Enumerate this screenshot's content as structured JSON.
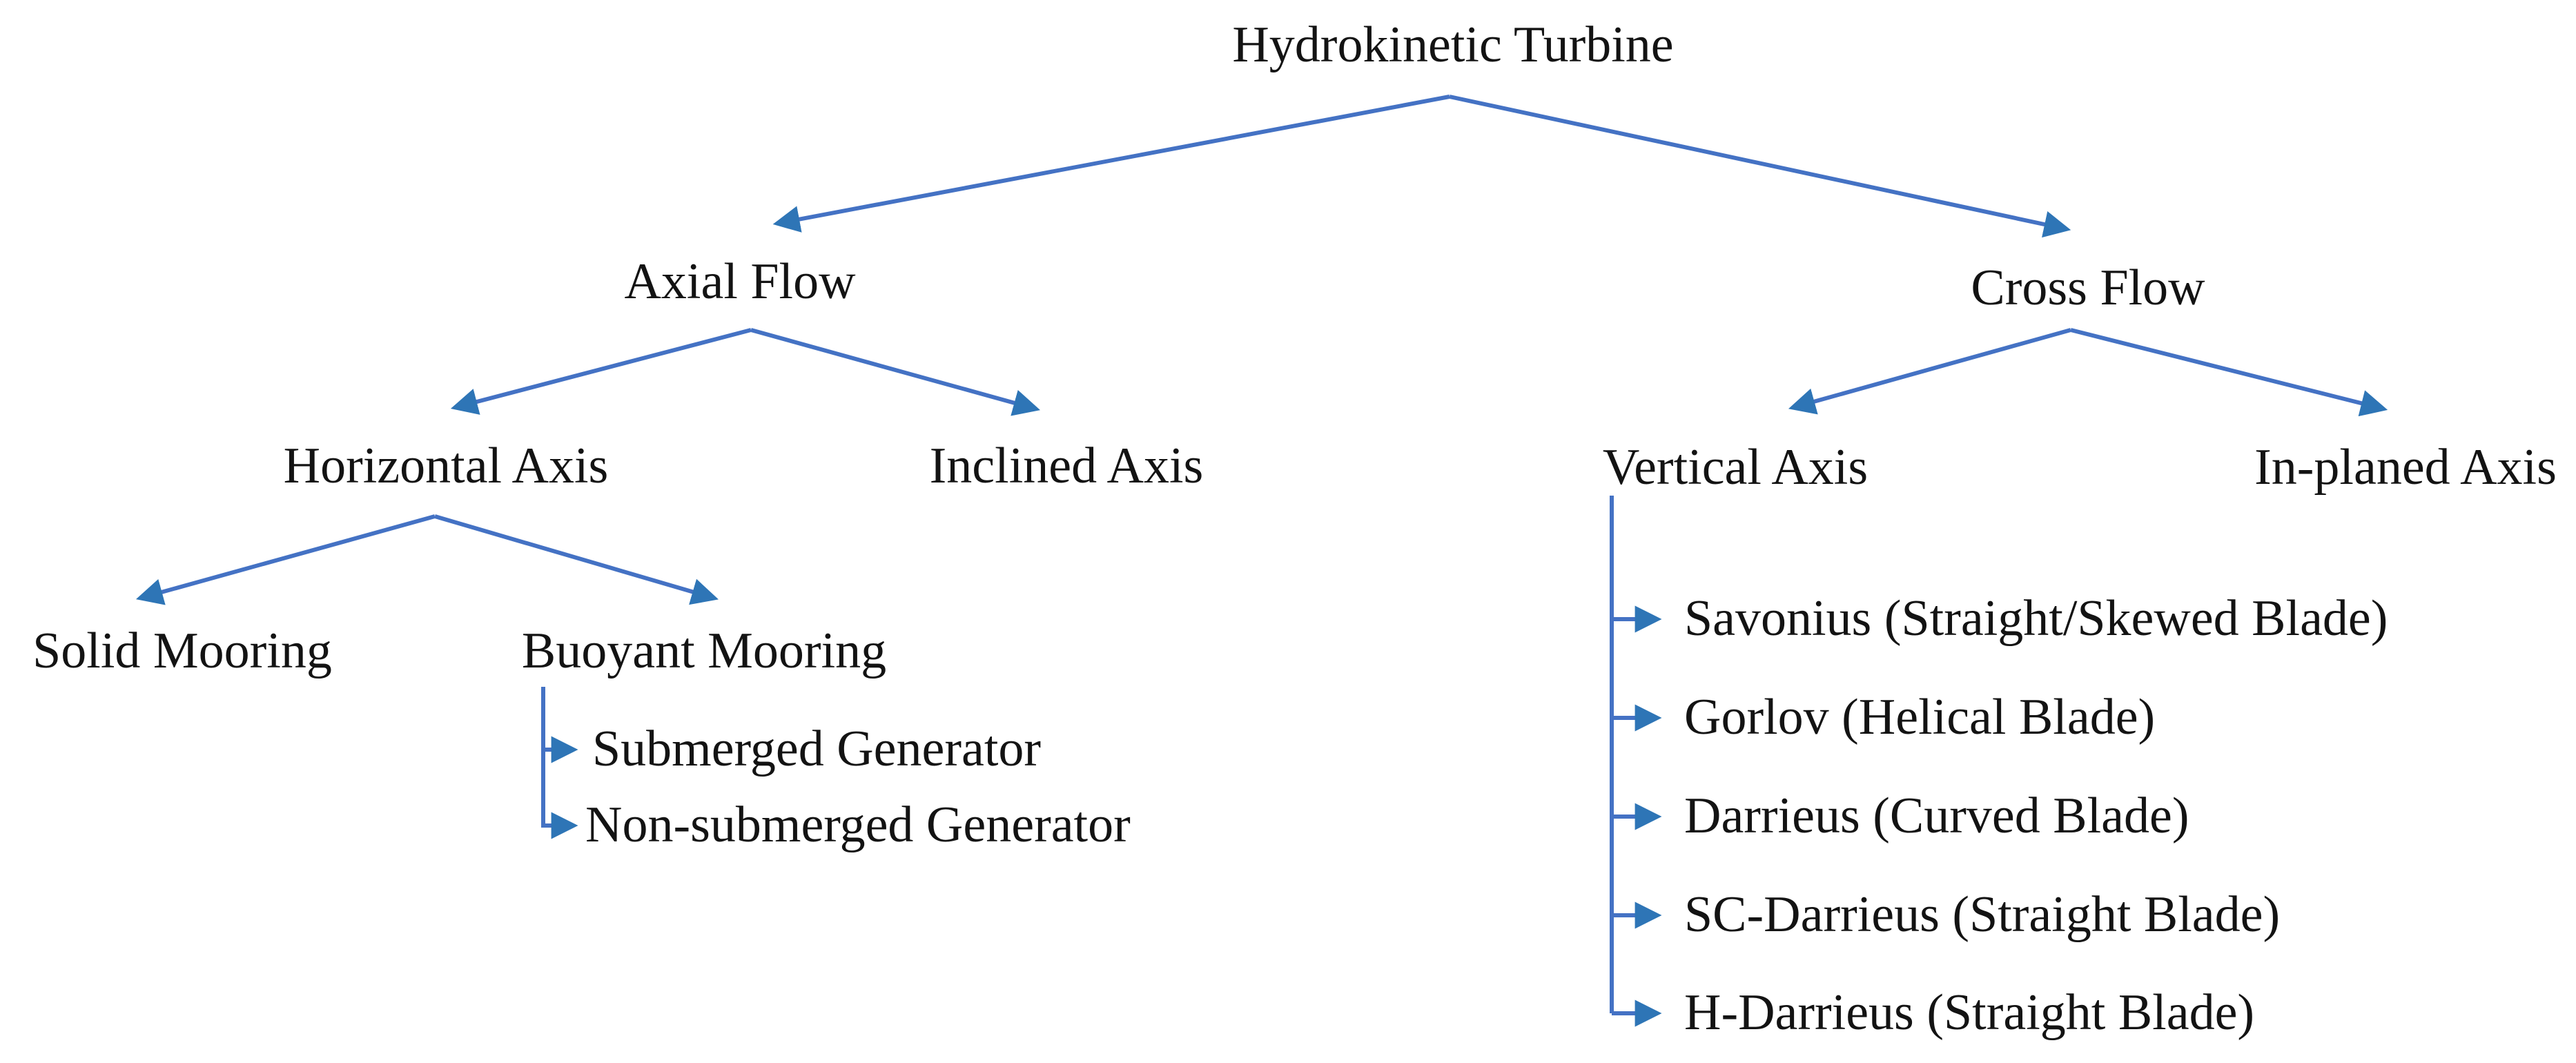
{
  "tree": {
    "label": "Hydrokinetic Turbine",
    "children": [
      {
        "label": "Axial Flow",
        "children": [
          {
            "label": "Horizontal Axis",
            "children": [
              {
                "label": "Solid Mooring",
                "children": []
              },
              {
                "label": "Buoyant Mooring",
                "children": [
                  {
                    "label": "Submerged Generator",
                    "children": []
                  },
                  {
                    "label": "Non-submerged Generator",
                    "children": []
                  }
                ]
              }
            ]
          },
          {
            "label": "Inclined Axis",
            "children": []
          }
        ]
      },
      {
        "label": "Cross Flow",
        "children": [
          {
            "label": "Vertical Axis",
            "children": [
              {
                "label": "Savonius (Straight/Skewed Blade)",
                "children": []
              },
              {
                "label": "Gorlov (Helical Blade)",
                "children": []
              },
              {
                "label": "Darrieus (Curved Blade)",
                "children": []
              },
              {
                "label": "SC-Darrieus (Straight Blade)",
                "children": []
              },
              {
                "label": "H-Darrieus (Straight Blade)",
                "children": []
              }
            ]
          },
          {
            "label": "In-planed Axis",
            "children": []
          }
        ]
      }
    ]
  },
  "colors": {
    "connector": "#4472C4",
    "arrowhead": "#2E75B6",
    "text": "#131313",
    "background": "#FFFFFF"
  }
}
